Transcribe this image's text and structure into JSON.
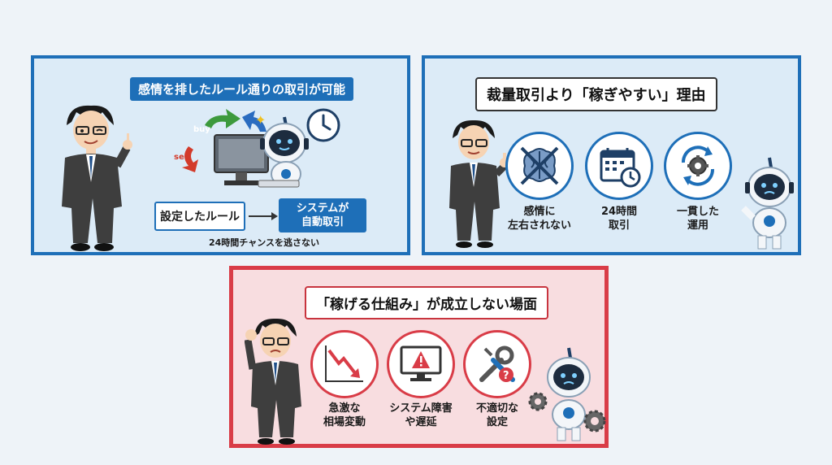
{
  "panel1": {
    "title": "感情を排したルール通りの取引が可能",
    "tags": {
      "buy_top": "buy",
      "buy_left": "buy",
      "sell": "sell"
    },
    "rule_label": "設定したルール",
    "system_label": "システムが\n自動取引",
    "note": "24時間チャンスを逃さない"
  },
  "panel2": {
    "title": "裁量取引より「稼ぎやすい」理由",
    "items": [
      {
        "label": "感情に\n左右されない",
        "icon": "crossed-brain-icon"
      },
      {
        "label": "24時間\n取引",
        "icon": "calendar-clock-icon"
      },
      {
        "label": "一貫した\n運用",
        "icon": "cycle-gear-icon"
      }
    ]
  },
  "panel3": {
    "title": "「稼げる仕組み」が成立しない場面",
    "items": [
      {
        "label": "急激な\n相場変動",
        "icon": "falling-chart-icon"
      },
      {
        "label": "システム障害\nや遅延",
        "icon": "warning-monitor-icon"
      },
      {
        "label": "不適切な\n設定",
        "icon": "tools-question-icon"
      }
    ]
  },
  "colors": {
    "blue": "#1e6fb8",
    "red": "#d93c47",
    "panel_blue_bg": "#dcebf7",
    "panel_red_bg": "#f8dde0"
  }
}
